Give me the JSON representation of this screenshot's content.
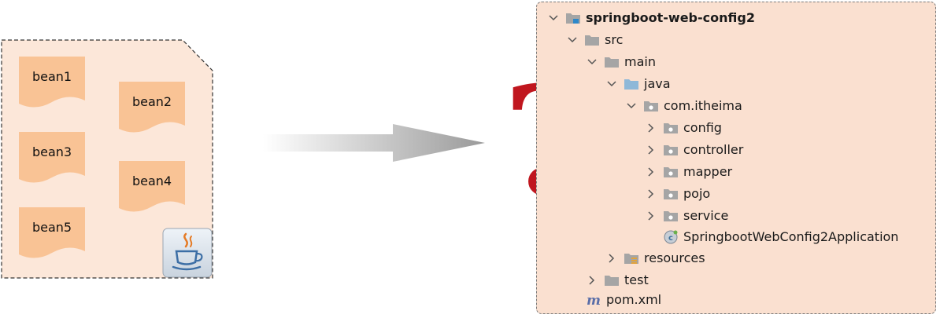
{
  "beans": [
    {
      "label": "bean1"
    },
    {
      "label": "bean2"
    },
    {
      "label": "bean3"
    },
    {
      "label": "bean4"
    },
    {
      "label": "bean5"
    }
  ],
  "question_mark": "?",
  "project_tree": {
    "root": "springboot-web-config2",
    "src": "src",
    "main": "main",
    "java": "java",
    "package": "com.itheima",
    "packages": [
      "config",
      "controller",
      "mapper",
      "pojo",
      "service"
    ],
    "app_class": "SpringbootWebConfig2Application",
    "resources": "resources",
    "test": "test",
    "pom": "pom.xml"
  },
  "colors": {
    "bean_fill": "#f9c395",
    "doc_fill": "#fce7d9",
    "panel_fill": "#fae0d0",
    "question_mark": "#c0161e",
    "folder": "#a5a5a5",
    "java_folder": "#8fb8d8"
  },
  "icons": {
    "document": "dashed-document-icon",
    "java": "java-cup-icon",
    "arrow": "gradient-arrow-icon",
    "folder": "folder-icon",
    "package": "package-icon",
    "spring_class": "spring-boot-class-icon",
    "maven": "maven-icon"
  }
}
